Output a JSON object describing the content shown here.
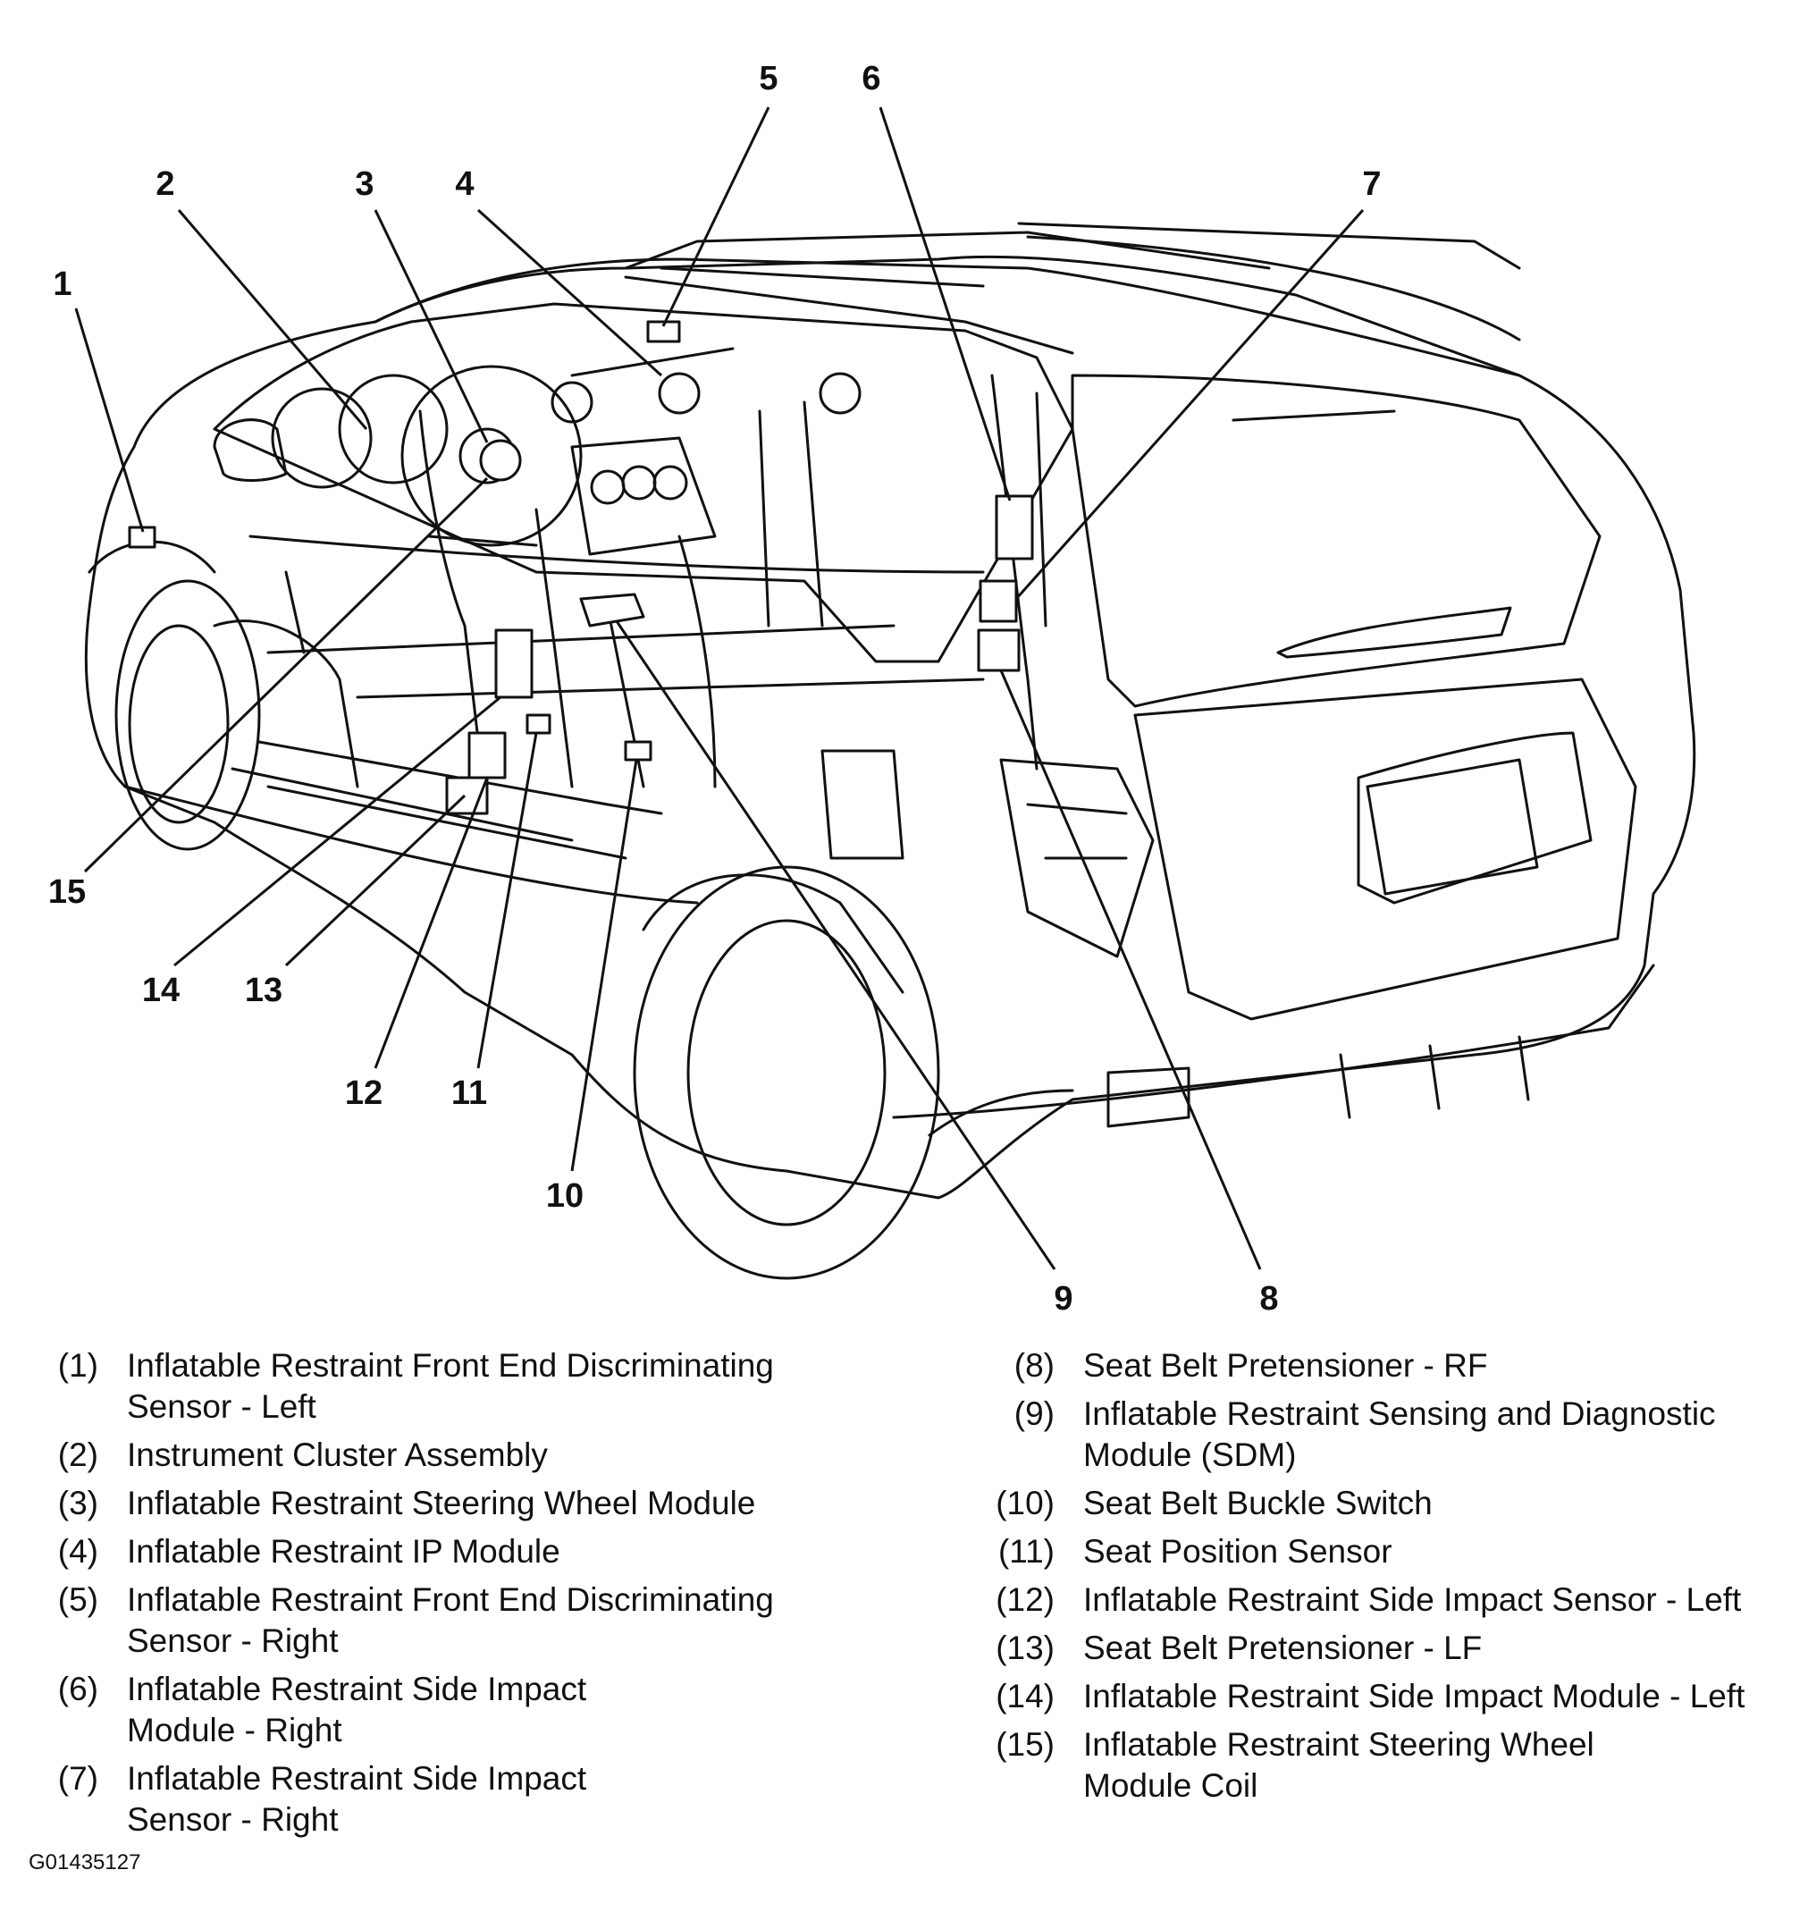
{
  "diagram": {
    "callouts": [
      {
        "num": "1"
      },
      {
        "num": "2"
      },
      {
        "num": "3"
      },
      {
        "num": "4"
      },
      {
        "num": "5"
      },
      {
        "num": "6"
      },
      {
        "num": "7"
      },
      {
        "num": "8"
      },
      {
        "num": "9"
      },
      {
        "num": "10"
      },
      {
        "num": "11"
      },
      {
        "num": "12"
      },
      {
        "num": "13"
      },
      {
        "num": "14"
      },
      {
        "num": "15"
      }
    ]
  },
  "legend": {
    "left": [
      {
        "num": "(1)",
        "lines": [
          "Inflatable Restraint Front End Discriminating",
          "Sensor - Left"
        ]
      },
      {
        "num": "(2)",
        "lines": [
          "Instrument Cluster Assembly"
        ]
      },
      {
        "num": "(3)",
        "lines": [
          "Inflatable Restraint Steering Wheel Module"
        ]
      },
      {
        "num": "(4)",
        "lines": [
          "Inflatable Restraint IP Module"
        ]
      },
      {
        "num": "(5)",
        "lines": [
          "Inflatable Restraint Front End Discriminating",
          "Sensor - Right"
        ]
      },
      {
        "num": "(6)",
        "lines": [
          "Inflatable Restraint Side Impact",
          "Module - Right"
        ]
      },
      {
        "num": "(7)",
        "lines": [
          "Inflatable Restraint Side Impact",
          "Sensor - Right"
        ]
      }
    ],
    "right": [
      {
        "num": "(8)",
        "lines": [
          "Seat Belt Pretensioner - RF"
        ]
      },
      {
        "num": "(9)",
        "lines": [
          "Inflatable Restraint Sensing and Diagnostic",
          "Module (SDM)"
        ]
      },
      {
        "num": "(10)",
        "lines": [
          "Seat Belt Buckle Switch"
        ]
      },
      {
        "num": "(11)",
        "lines": [
          "Seat Position Sensor"
        ]
      },
      {
        "num": "(12)",
        "lines": [
          "Inflatable Restraint Side Impact Sensor - Left"
        ]
      },
      {
        "num": "(13)",
        "lines": [
          "Seat Belt Pretensioner - LF"
        ]
      },
      {
        "num": "(14)",
        "lines": [
          "Inflatable Restraint Side Impact Module - Left"
        ]
      },
      {
        "num": "(15)",
        "lines": [
          "Inflatable Restraint Steering Wheel",
          "Module Coil"
        ]
      }
    ]
  },
  "figure_id": "G01435127"
}
